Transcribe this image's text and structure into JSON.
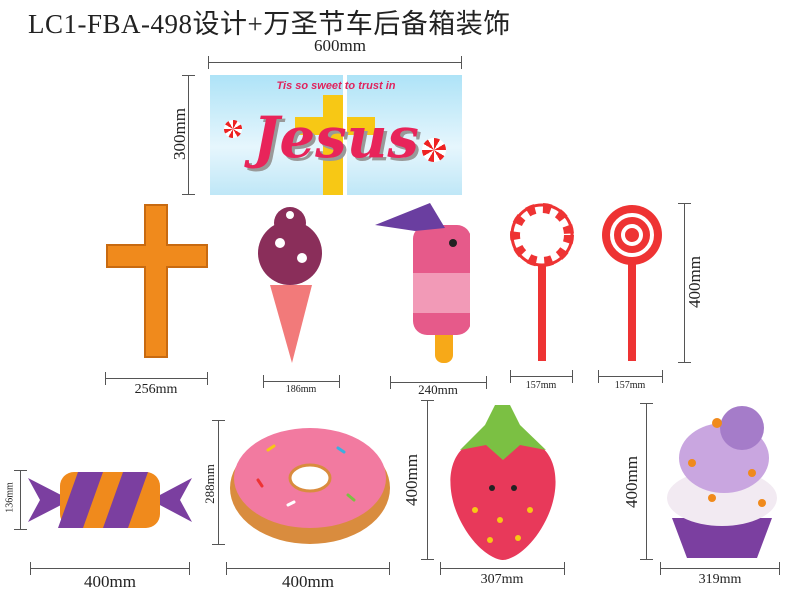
{
  "title": "LC1-FBA-498设计+万圣节车后备箱装饰",
  "banner": {
    "tagline": "Tis so sweet to trust in",
    "word": "Jesus",
    "width_label": "600mm",
    "height_label": "300mm"
  },
  "row2": {
    "height_label": "400mm",
    "items": [
      {
        "name": "cross",
        "width_label": "256mm"
      },
      {
        "name": "ice-cream",
        "width_label": "186mm"
      },
      {
        "name": "popsicle",
        "width_label": "240mm"
      },
      {
        "name": "lollipop-1",
        "width_label": "157mm"
      },
      {
        "name": "lollipop-2",
        "width_label": "157mm"
      }
    ]
  },
  "row3": {
    "items": [
      {
        "name": "candy",
        "width_label": "400mm",
        "height_label": "136mm"
      },
      {
        "name": "donut",
        "width_label": "400mm",
        "height_label": "288mm"
      },
      {
        "name": "strawberry",
        "width_label": "307mm",
        "height_label": "400mm"
      },
      {
        "name": "cupcake",
        "width_label": "319mm",
        "height_label": "400mm"
      }
    ]
  },
  "colors": {
    "pink": "#e8245a",
    "orange": "#f08a1c",
    "purple": "#7b3fa0"
  }
}
